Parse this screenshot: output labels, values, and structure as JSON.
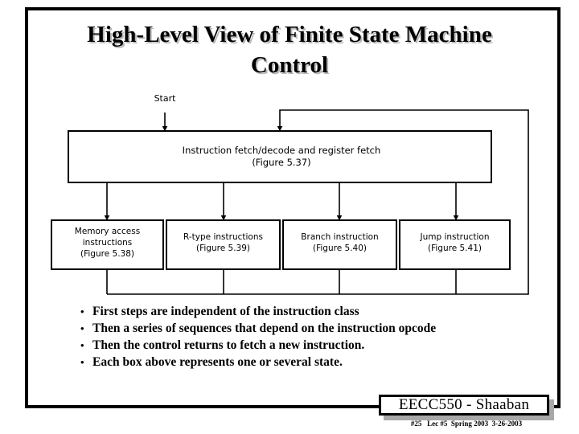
{
  "slide": {
    "title": "High-Level View of Finite State Machine Control"
  },
  "diagram": {
    "start_label": "Start",
    "top_box": {
      "line1": "Instruction fetch/decode and register fetch",
      "line2": "(Figure 5.37)"
    },
    "leaf_boxes": [
      {
        "line1": "Memory access",
        "line2": "instructions",
        "line3": "(Figure 5.38)"
      },
      {
        "line1": "R-type instructions",
        "line2": "(Figure 5.39)",
        "line3": ""
      },
      {
        "line1": "Branch instruction",
        "line2": "(Figure 5.40)",
        "line3": ""
      },
      {
        "line1": "Jump instruction",
        "line2": "(Figure 5.41)",
        "line3": ""
      }
    ]
  },
  "bullets": {
    "marker": "•",
    "items": [
      "First steps are independent of the instruction class",
      "Then a series of sequences that depend on the instruction opcode",
      "Then the control returns to fetch a new instruction.",
      "Each box above represents one or several state."
    ]
  },
  "footer": {
    "badge": "EECC550 - Shaaban",
    "subtext": "#25   Lec #5  Spring 2003  3-26-2003"
  },
  "colors": {
    "frame": "#000000",
    "title_shadow": "#b9b9b9",
    "badge_shadow": "#a8a8a8",
    "background": "#ffffff"
  }
}
